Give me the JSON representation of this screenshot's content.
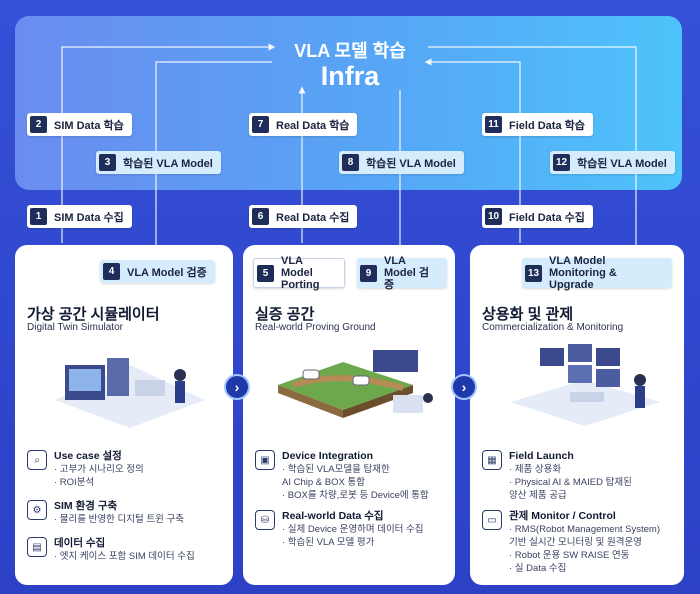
{
  "infra": {
    "title": "VLA 모델 학습",
    "subtitle": "Infra"
  },
  "steps": {
    "s1": {
      "num": "1",
      "label": "SIM Data 수집"
    },
    "s2": {
      "num": "2",
      "label": "SIM Data 학습"
    },
    "s3": {
      "num": "3",
      "label": "학습된 VLA Model"
    },
    "s4": {
      "num": "4",
      "label": "VLA Model 검증"
    },
    "s5": {
      "num": "5",
      "label": "VLA Model Porting"
    },
    "s6": {
      "num": "6",
      "label": "Real Data 수집"
    },
    "s7": {
      "num": "7",
      "label": "Real Data 학습"
    },
    "s8": {
      "num": "8",
      "label": "학습된 VLA Model"
    },
    "s9": {
      "num": "9",
      "label": "VLA Model 검증"
    },
    "s10": {
      "num": "10",
      "label": "Field Data 수집"
    },
    "s11": {
      "num": "11",
      "label": "Field Data 학습"
    },
    "s12": {
      "num": "12",
      "label": "학습된 VLA Model"
    },
    "s13": {
      "num": "13",
      "label": "VLA Model Monitoring & Upgrade"
    }
  },
  "panels": [
    {
      "title": "가상 공간 시뮬레이터",
      "subtitle": "Digital Twin Simulator",
      "items": [
        {
          "icon": "search-icon",
          "head": "Use case 설정",
          "lines": [
            "· 고부가 시나리오 정의",
            "· ROI분석"
          ]
        },
        {
          "icon": "robot-icon",
          "head": "SIM 환경 구축",
          "lines": [
            "· 물리를 반영한 디지털 트윈 구축"
          ]
        },
        {
          "icon": "data-icon",
          "head": "데이터 수집",
          "lines": [
            "· 엣지 케이스 포함 SIM 데이터 수집"
          ]
        }
      ]
    },
    {
      "title": "실증 공간",
      "subtitle": "Real-world Proving Ground",
      "items": [
        {
          "icon": "chip-icon",
          "head": "Device Integration",
          "lines": [
            "· 학습된 VLA모델을 탑재한",
            "  AI Chip & BOX 통합",
            "· BOX를 차량,로봇 등 Device에 통합"
          ]
        },
        {
          "icon": "database-icon",
          "head": "Real-world Data 수집",
          "lines": [
            "· 실제 Device 운영하며 데이터 수집",
            "· 학습된 VLA 모델 평가"
          ]
        }
      ]
    },
    {
      "title": "상용화 및 관제",
      "subtitle": "Commercialization & Monitoring",
      "items": [
        {
          "icon": "calendar-icon",
          "head": "Field Launch",
          "lines": [
            "· 제품 상용화",
            "· Physical AI & MAIED 탑재된",
            "  양산 제품 공급"
          ]
        },
        {
          "icon": "monitor-icon",
          "head": "관제 Monitor / Control",
          "lines": [
            "· RMS(Robot Management System)",
            "  기반 실시간 모니터링 및 원격운영",
            "· Robot 운용 SW RAISE 연동",
            "· 실 Data 수집"
          ]
        }
      ]
    }
  ],
  "colors": {
    "background": "#2f46c9",
    "infra_gradient_start": "#6a8cf0",
    "infra_gradient_end": "#4ec3fb",
    "badge": "#1f2d5a",
    "light_tag": "#d5ecfd"
  }
}
